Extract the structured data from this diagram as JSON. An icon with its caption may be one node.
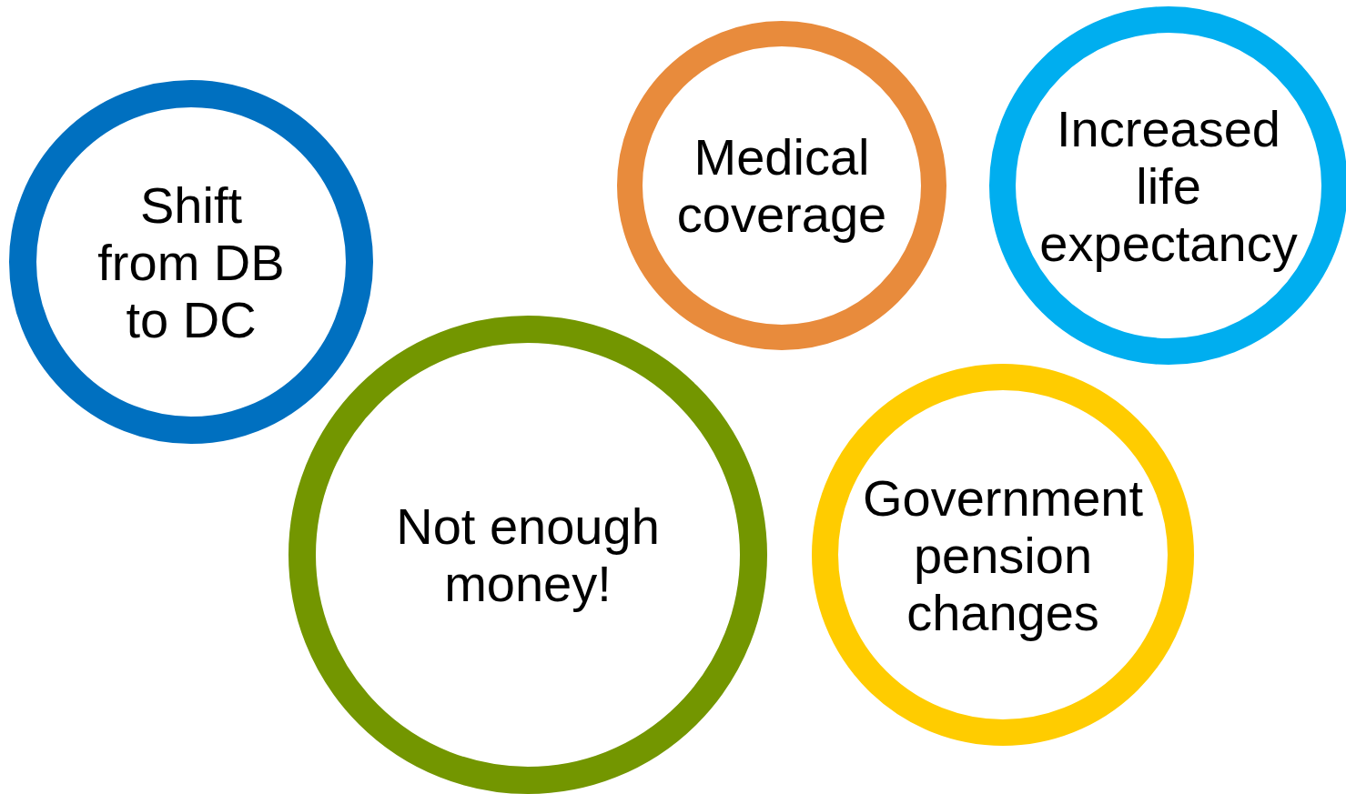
{
  "diagram": {
    "nodes": [
      {
        "text": [
          "Shift from DB to DC"
        ]
      },
      {
        "text": [
          "Medical coverage"
        ]
      },
      {
        "text": [
          "Increased life expectancy"
        ]
      },
      {
        "text": [
          "Not enough money!"
        ]
      },
      {
        "text": [
          "Government pension changes"
        ]
      }
    ]
  }
}
